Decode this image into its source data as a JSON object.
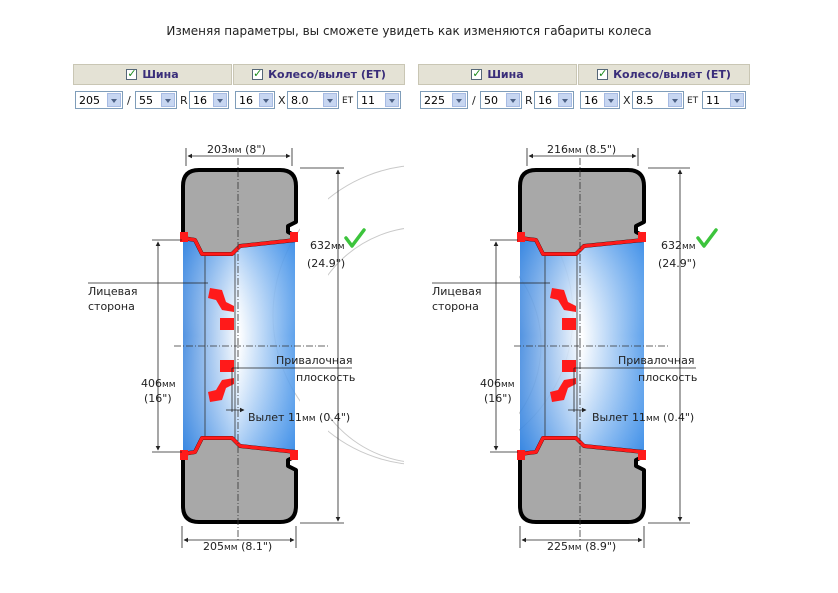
{
  "intro": "Изменяя параметры, вы сможете увидеть как изменяются габариты колеса",
  "header": {
    "tire_label": "Шина",
    "rim_label": "Колесо/вылет (ET)"
  },
  "left": {
    "tire_width": "205",
    "tire_profile": "55",
    "r_label": "R",
    "tire_diameter": "16",
    "rim_diameter": "16",
    "x_label": "X",
    "rim_width": "8.0",
    "et_label": "ЕТ",
    "et_value": "11"
  },
  "right": {
    "tire_width": "225",
    "tire_profile": "50",
    "r_label": "R",
    "tire_diameter": "16",
    "rim_diameter": "16",
    "x_label": "X",
    "rim_width": "8.5",
    "et_label": "ЕТ",
    "et_value": "11"
  },
  "diagram_left": {
    "top_num": "203",
    "top_unit": "мм",
    "top_in": " (8\")",
    "bottom_num": "205",
    "bottom_unit": "мм",
    "bottom_in": " (8.1\")",
    "height_num": "632",
    "height_unit": "мм",
    "height_in": "(24.9\")",
    "rim_num": "406",
    "rim_unit": "мм",
    "rim_in": "(16\")",
    "face_1": "Лицевая",
    "face_2": "сторона",
    "mount_1": "Привалочная",
    "mount_2": "плоскость",
    "offset_pre": "Вылет ",
    "offset_num": "11",
    "offset_unit": "мм",
    "offset_in": " (0.4\")"
  },
  "diagram_right": {
    "top_num": "216",
    "top_unit": "мм",
    "top_in": " (8.5\")",
    "bottom_num": "225",
    "bottom_unit": "мм",
    "bottom_in": " (8.9\")",
    "height_num": "632",
    "height_unit": "мм",
    "height_in": "(24.9\")",
    "rim_num": "406",
    "rim_unit": "мм",
    "rim_in": "(16\")",
    "face_1": "Лицевая",
    "face_2": "сторона",
    "mount_1": "Привалочная",
    "mount_2": "плоскость",
    "offset_pre": "Вылет ",
    "offset_num": "11",
    "offset_unit": "мм",
    "offset_in": " (0.4\")"
  },
  "colors": {
    "tread": "#a8a8a8",
    "rim_red": "#ff1a1a",
    "rim_blue": "#2f86e6",
    "check_green": "#3cc43c",
    "header_bg": "#e4e2d5",
    "header_text": "#3a2e7a"
  }
}
